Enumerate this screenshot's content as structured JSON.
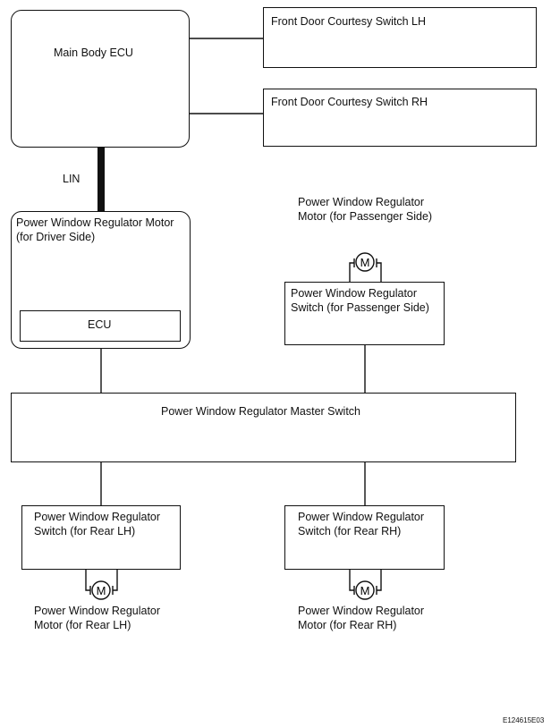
{
  "diagram": {
    "main_body_ecu": "Main Body ECU",
    "front_door_lh": "Front Door Courtesy Switch LH",
    "front_door_rh": "Front Door Courtesy Switch RH",
    "lin_label": "LIN",
    "driver_motor": "Power Window Regulator Motor\n(for Driver Side)",
    "driver_ecu": "ECU",
    "passenger_motor": "Power Window Regulator\nMotor (for Passenger Side)",
    "passenger_switch": "Power Window Regulator\nSwitch (for Passenger Side)",
    "master_switch": "Power Window Regulator Master Switch",
    "rear_lh_switch": "Power Window Regulator\nSwitch (for Rear LH)",
    "rear_rh_switch": "Power Window Regulator\nSwitch (for Rear RH)",
    "rear_lh_motor": "Power Window Regulator\nMotor (for Rear LH)",
    "rear_rh_motor": "Power Window Regulator\nMotor (for Rear RH)",
    "motor_symbol": "M",
    "figure_id": "E124615E03"
  }
}
